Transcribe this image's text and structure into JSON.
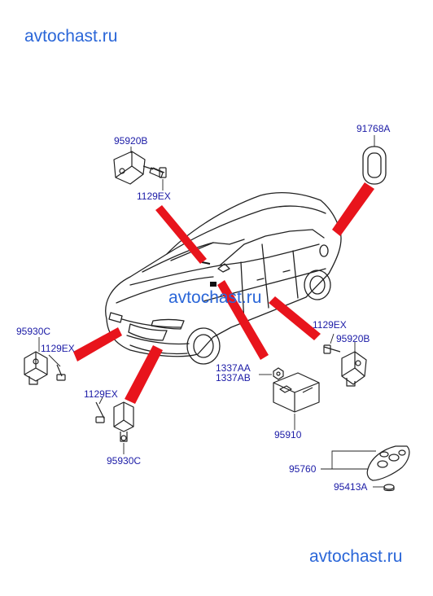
{
  "watermarks": {
    "top": "avtochast.ru",
    "middle": "avtochast.ru",
    "bottom": "avtochast.ru"
  },
  "parts": {
    "p91768A": "91768A",
    "p95920B_top": "95920B",
    "p1129EX_top": "1129EX",
    "p95930C_left": "95930C",
    "p1129EX_left": "1129EX",
    "p1129EX_front": "1129EX",
    "p95930C_front": "95930C",
    "p1129EX_right": "1129EX",
    "p95920B_right": "95920B",
    "p1337AA": "1337AA",
    "p1337AB": "1337AB",
    "p95910": "95910",
    "p95760": "95760",
    "p95413A": "95413A"
  },
  "colors": {
    "label": "#1a1aa6",
    "watermark": "#2a66d8",
    "leader": "#e8141c",
    "line": "#222222"
  }
}
